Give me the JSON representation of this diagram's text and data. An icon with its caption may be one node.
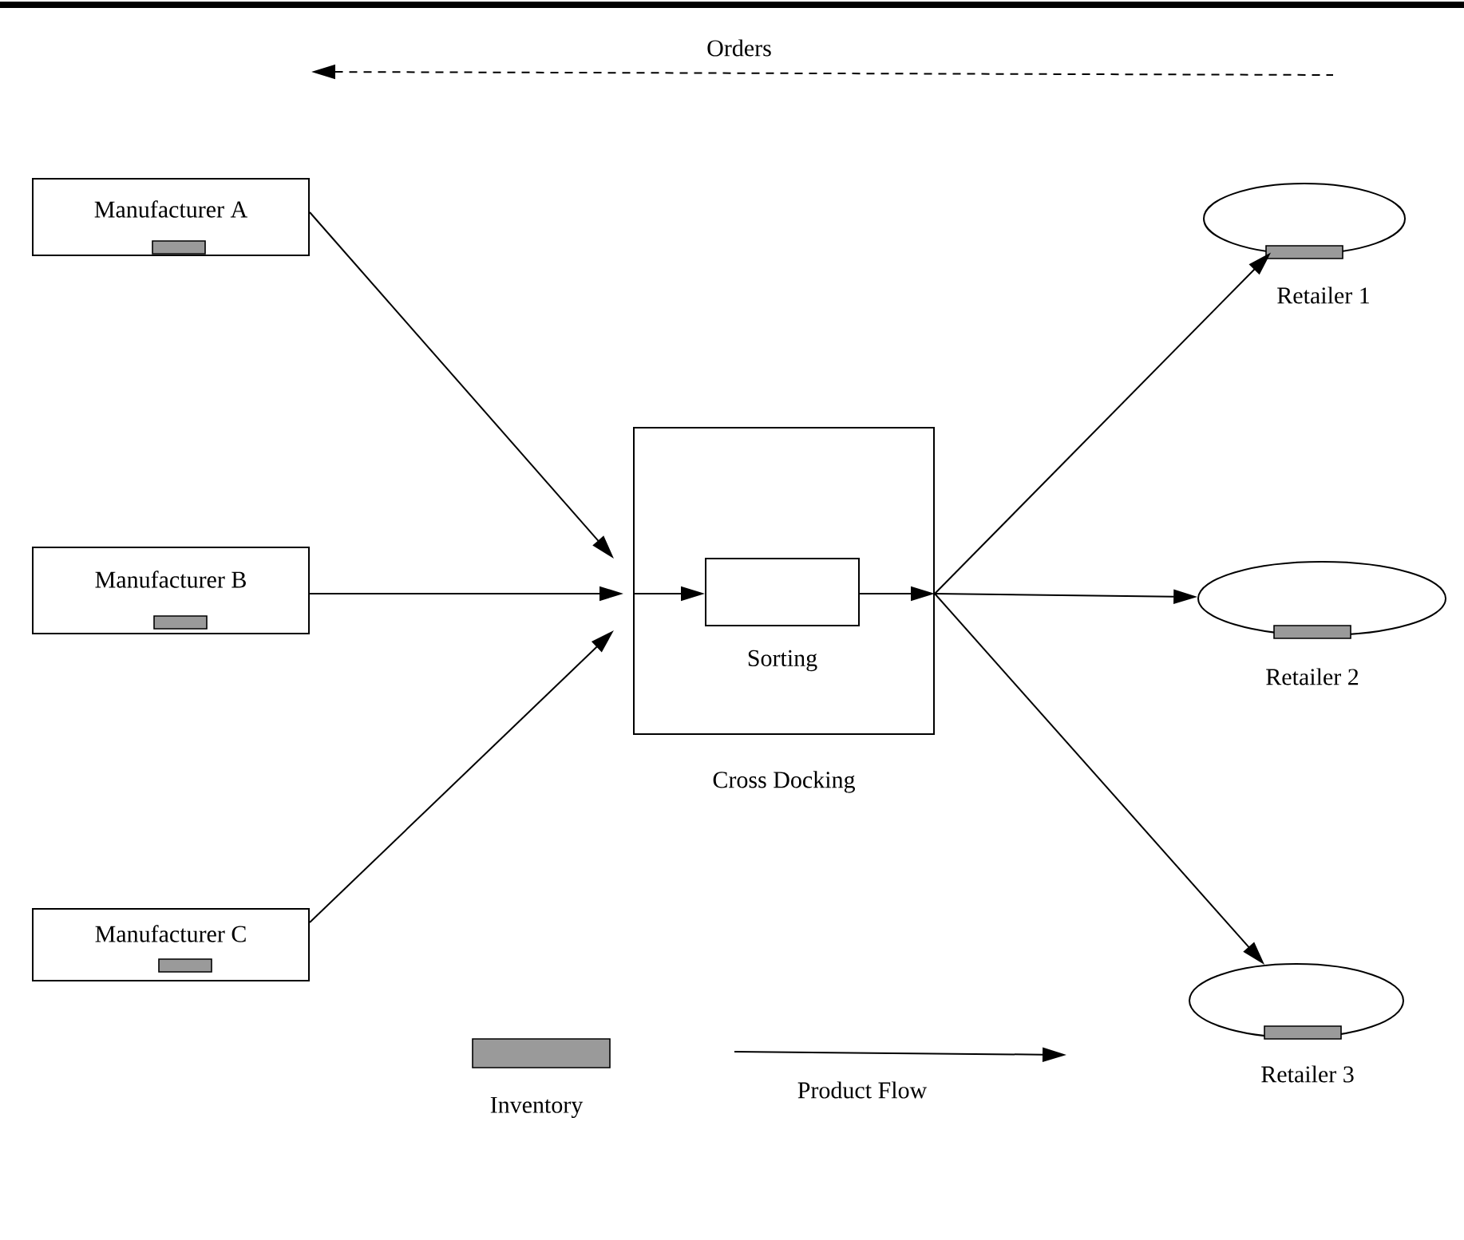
{
  "diagram": {
    "nodes": [
      {
        "text": [
          "Manufacturer  A"
        ]
      },
      {
        "text": [
          "Manufacturer  B"
        ]
      },
      {
        "text": [
          "Manufacturer C"
        ]
      },
      {
        "text": [
          "Cross Docking"
        ]
      },
      {
        "text": [
          "Sorting"
        ],
        "in": 3
      },
      {
        "text": [
          "Retailer 1"
        ]
      },
      {
        "text": [
          "Retailer 2"
        ]
      },
      {
        "text": [
          "Retailer 3"
        ]
      }
    ],
    "edges": [
      {
        "from": 0,
        "to": 3,
        "arrow": "to"
      },
      {
        "from": 1,
        "to": 3,
        "arrow": "to"
      },
      {
        "from": 2,
        "to": 3,
        "arrow": "to"
      },
      {
        "from": 3,
        "to": 4,
        "arrow": "to"
      },
      {
        "from": 4,
        "to": 3,
        "arrow": "to"
      },
      {
        "from": 3,
        "to": 5,
        "arrow": "to"
      },
      {
        "from": 3,
        "to": 6,
        "arrow": "to"
      },
      {
        "from": 3,
        "to": 7,
        "arrow": "to"
      }
    ],
    "labels": [
      "Orders"
    ],
    "legend": [
      {
        "text": "Inventory",
        "color": "#9a9a9a"
      },
      {
        "text": "Product Flow"
      }
    ]
  }
}
